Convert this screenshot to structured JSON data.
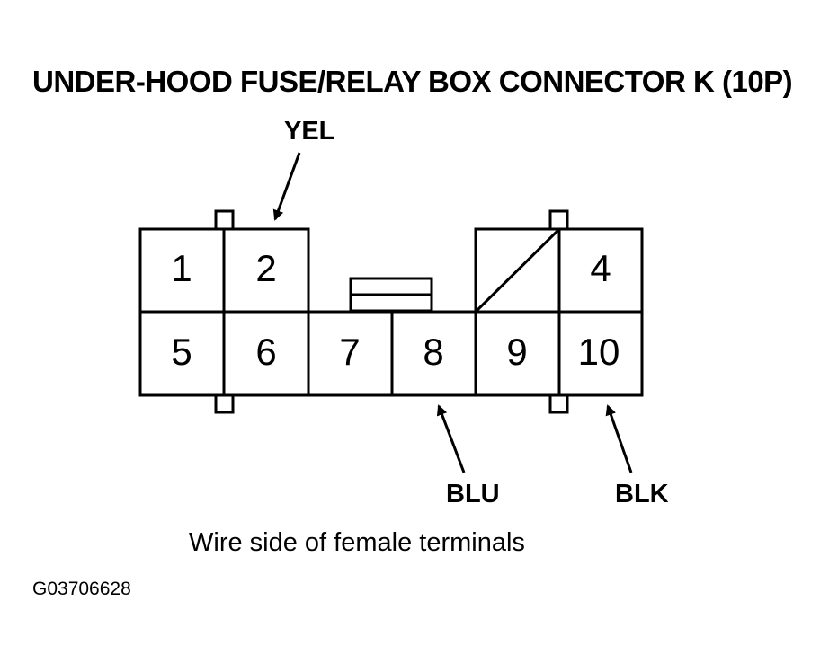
{
  "title": "UNDER-HOOD FUSE/RELAY BOX CONNECTOR K (10P)",
  "wire_labels": {
    "yel": "YEL",
    "blu": "BLU",
    "blk": "BLK"
  },
  "pins": {
    "p1": "1",
    "p2": "2",
    "p4": "4",
    "p5": "5",
    "p6": "6",
    "p7": "7",
    "p8": "8",
    "p9": "9",
    "p10": "10"
  },
  "caption": "Wire side of female terminals",
  "figure_id": "G03706628",
  "colors": {
    "line": "#000000",
    "background": "#ffffff"
  }
}
